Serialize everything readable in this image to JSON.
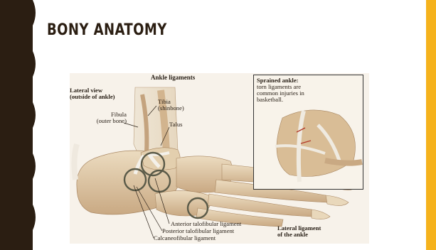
{
  "slide": {
    "title": "BONY ANATOMY"
  },
  "figure": {
    "header": "Ankle ligaments",
    "view_label": "Lateral view\n(outside of ankle)",
    "tibia": "Tibia\n(shinbone)",
    "fibula": "Fibula\n(outer bone)",
    "talus": "Talus",
    "inset_title": "Sprained ankle:",
    "inset_text": "torn ligaments are\ncommon injuries in\nbasketball.",
    "atfl": "Anterior talofibular ligament",
    "ptfl": "Posterior talofibular ligament",
    "cfl": "Calcaneofibular ligament",
    "lateral_ligament": "Lateral ligament\nof the ankle"
  },
  "colors": {
    "dark_band": "#2b1e12",
    "accent": "#f5b21c",
    "highlight_circle": "#5a5a48"
  }
}
